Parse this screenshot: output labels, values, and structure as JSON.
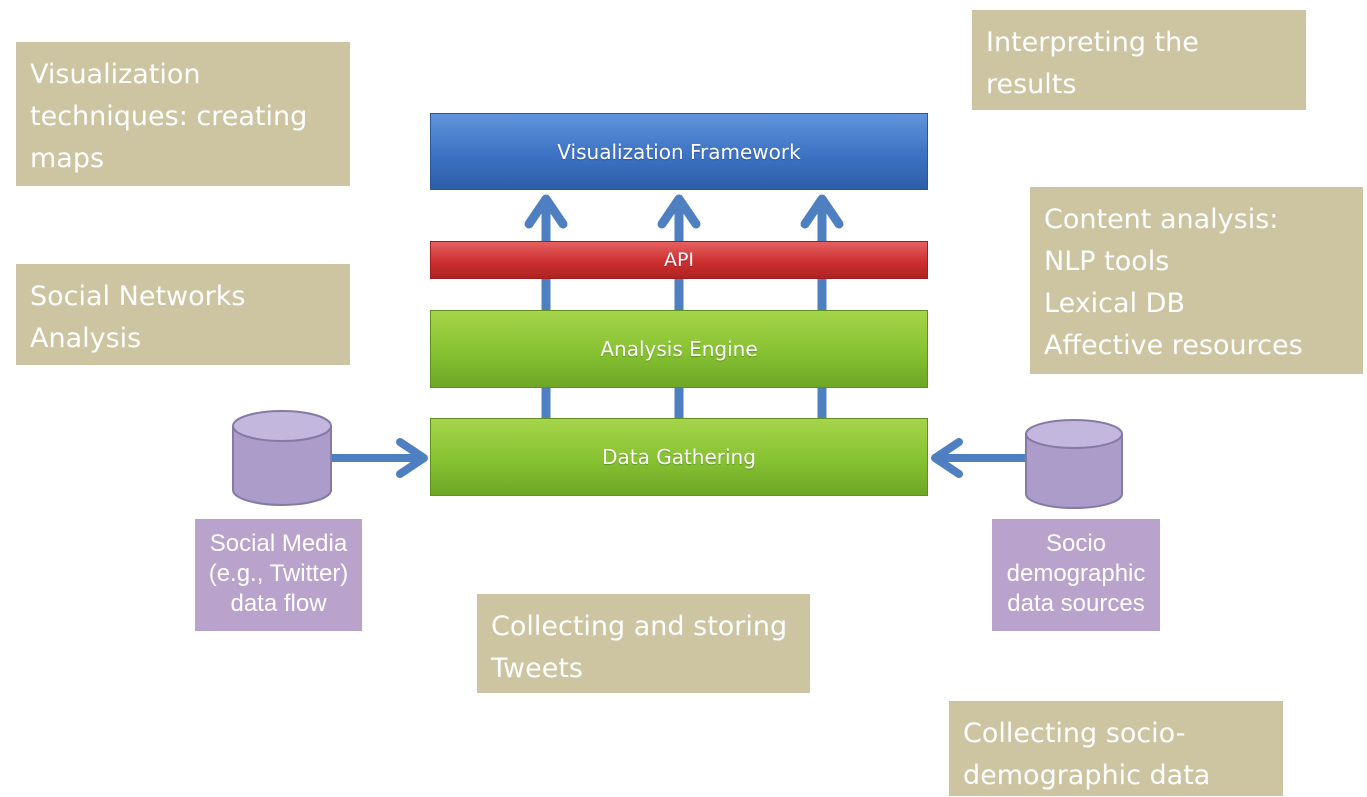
{
  "notes": {
    "visualization": [
      "Visualization",
      "techniques: creating",
      "maps"
    ],
    "interpreting": [
      "Interpreting the",
      "results"
    ],
    "social_networks": [
      "Social Networks",
      "Analysis"
    ],
    "content_analysis": [
      "Content analysis:",
      "NLP tools",
      "Lexical DB",
      "Affective resources"
    ],
    "collecting_tweets": [
      "Collecting and storing",
      "Tweets"
    ],
    "collecting_socio": [
      "Collecting socio-",
      "demographic data"
    ]
  },
  "layers": {
    "visualization_framework": "Visualization Framework",
    "api": "API",
    "analysis_engine": "Analysis Engine",
    "data_gathering": "Data Gathering"
  },
  "sources": {
    "social_media": [
      "Social Media",
      "(e.g., Twitter)",
      "data flow"
    ],
    "socio_demographic": [
      "Socio",
      "demographic",
      "data sources"
    ]
  },
  "colors": {
    "note_background": "#cdc4a2",
    "visualization_layer": "#3d72c4",
    "api_layer": "#cc3030",
    "engine_layer": "#86c232",
    "source_label": "#b9a2cc",
    "database": "#ab9cc9",
    "arrow": "#4e7fc0"
  }
}
